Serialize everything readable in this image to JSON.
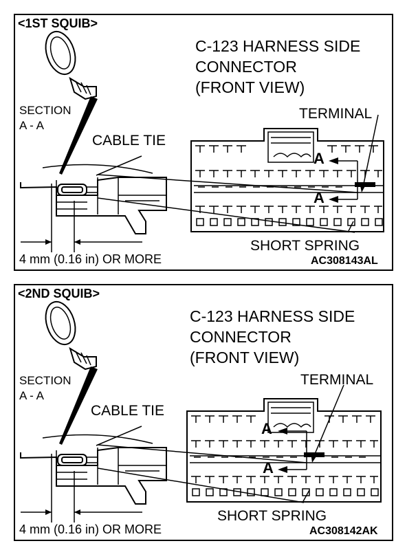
{
  "panels": [
    {
      "header": "<1ST SQUIB>",
      "connector": [
        "C-123 HARNESS SIDE",
        "CONNECTOR",
        "(FRONT VIEW)"
      ],
      "terminal": "TERMINAL",
      "section": [
        "SECTION",
        "A - A"
      ],
      "cable_tie": "CABLE TIE",
      "short_spring": "SHORT SPRING",
      "marker": "A",
      "dimension": "4 mm (0.16 in) OR MORE",
      "code": "AC308143AL"
    },
    {
      "header": "<2ND SQUIB>",
      "connector": [
        "C-123 HARNESS SIDE",
        "CONNECTOR",
        "(FRONT VIEW)"
      ],
      "terminal": "TERMINAL",
      "section": [
        "SECTION",
        "A - A"
      ],
      "cable_tie": "CABLE TIE",
      "short_spring": "SHORT SPRING",
      "marker": "A",
      "dimension": "4 mm (0.16 in) OR MORE",
      "code": "AC308142AK"
    }
  ]
}
